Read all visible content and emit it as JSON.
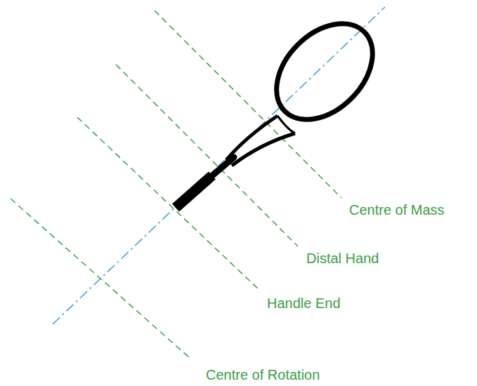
{
  "diagram": {
    "labels": [
      "Centre of Mass",
      "Distal Hand",
      "Handle End",
      "Centre of Rotation"
    ]
  }
}
